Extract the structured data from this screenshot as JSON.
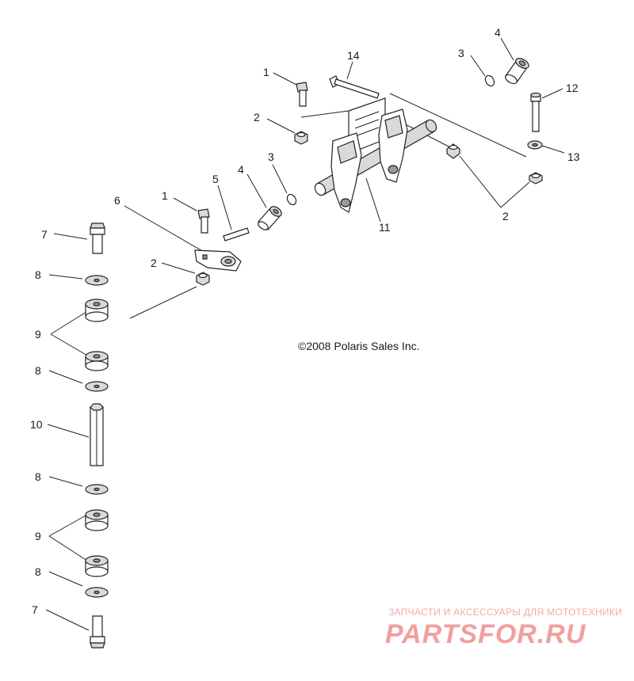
{
  "copyright": "©2008 Polaris Sales Inc.",
  "watermark": {
    "tagline": "ЗАПЧАСТИ И АКСЕССУАРЫ ДЛЯ МОТОТЕХНИКИ",
    "brand": "PARTSFOR.RU",
    "color": "#f0a0a0"
  },
  "callouts": [
    {
      "id": "c1a",
      "text": "1"
    },
    {
      "id": "c14",
      "text": "14"
    },
    {
      "id": "c3a",
      "text": "3"
    },
    {
      "id": "c4a",
      "text": "4"
    },
    {
      "id": "c12",
      "text": "12"
    },
    {
      "id": "c2a",
      "text": "2"
    },
    {
      "id": "c13",
      "text": "13"
    },
    {
      "id": "c3b",
      "text": "3"
    },
    {
      "id": "c4b",
      "text": "4"
    },
    {
      "id": "c5",
      "text": "5"
    },
    {
      "id": "c1b",
      "text": "1"
    },
    {
      "id": "c6",
      "text": "6"
    },
    {
      "id": "c7a",
      "text": "7"
    },
    {
      "id": "c2b",
      "text": "2"
    },
    {
      "id": "c8a",
      "text": "8"
    },
    {
      "id": "c9a",
      "text": "9"
    },
    {
      "id": "c11",
      "text": "11"
    },
    {
      "id": "c2c",
      "text": "2"
    },
    {
      "id": "c8b",
      "text": "8"
    },
    {
      "id": "c10",
      "text": "10"
    },
    {
      "id": "c8c",
      "text": "8"
    },
    {
      "id": "c9b",
      "text": "9"
    },
    {
      "id": "c8d",
      "text": "8"
    },
    {
      "id": "c7b",
      "text": "7"
    }
  ]
}
